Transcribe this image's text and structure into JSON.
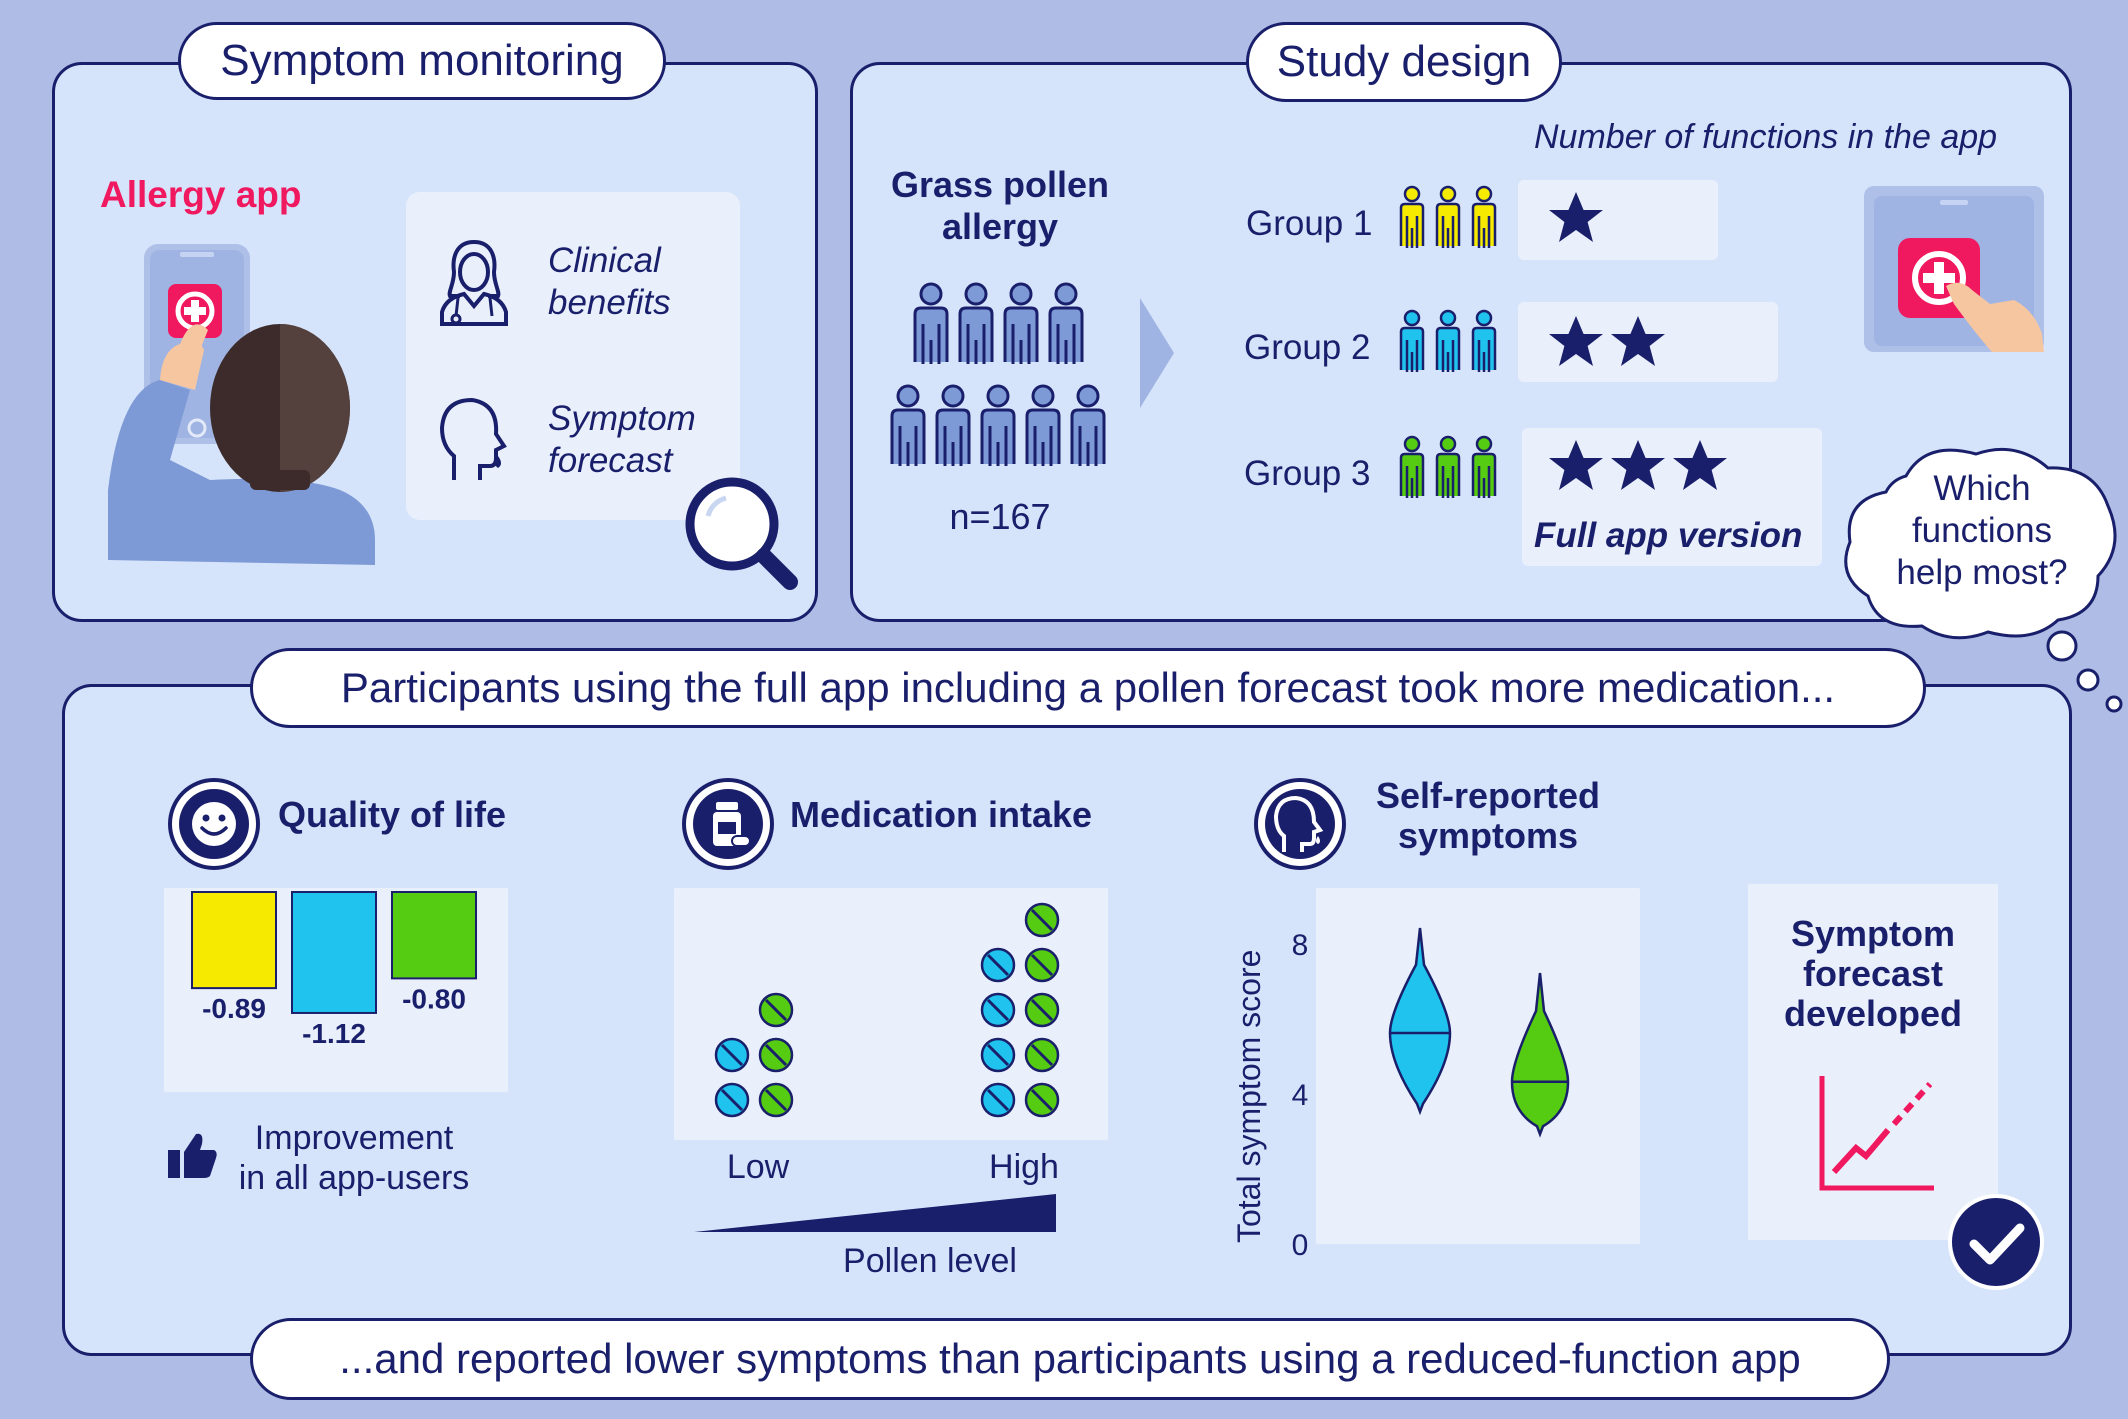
{
  "top_left": {
    "heading": "Symptom monitoring",
    "app_label": "Allergy app",
    "benefit_1": [
      "Clinical",
      "benefits"
    ],
    "benefit_2": [
      "Symptom",
      "forecast"
    ]
  },
  "top_right": {
    "heading": "Study design",
    "condition": [
      "Grass pollen",
      "allergy"
    ],
    "sample_size": "n=167",
    "functions_header": "Number of functions in the app",
    "groups": [
      {
        "label": "Group 1",
        "stars": 1,
        "color": "#f5ea00"
      },
      {
        "label": "Group 2",
        "stars": 2,
        "color": "#1fc3ee"
      },
      {
        "label": "Group 3",
        "stars": 3,
        "color": "#55cc11"
      }
    ],
    "full_version": "Full app version",
    "thought": [
      "Which",
      "functions",
      "help most?"
    ]
  },
  "bottom": {
    "headline_top": "Participants using the full app including a pollen forecast took more medication...",
    "headline_bottom": "...and reported lower symptoms than participants using a reduced-function app",
    "quality": {
      "title": "Quality of life",
      "note": [
        "Improvement",
        "in all app-users"
      ]
    },
    "medication": {
      "title": "Medication intake",
      "low": "Low",
      "high": "High",
      "axis": "Pollen level"
    },
    "symptoms": {
      "title": [
        "Self-reported",
        "symptoms"
      ],
      "ylabel": "Total symptom score",
      "ticks": [
        "8",
        "4",
        "0"
      ]
    },
    "forecast": {
      "text": [
        "Symptom",
        "forecast",
        "developed"
      ]
    }
  },
  "colors": {
    "navy": "#1a1f6b",
    "yellow": "#f5ea00",
    "cyan": "#1fc3ee",
    "green": "#55cc11",
    "pink": "#f0185f",
    "background": "#aebce6",
    "panel": "#d6e4fb"
  },
  "chart_data": [
    {
      "type": "bar",
      "title": "Quality of life",
      "categories": [
        "Group 1",
        "Group 2",
        "Group 3"
      ],
      "values": [
        -0.89,
        -1.12,
        -0.8
      ],
      "value_labels": [
        "-0.89",
        "-1.12",
        "-0.80"
      ],
      "colors": [
        "#f5ea00",
        "#1fc3ee",
        "#55cc11"
      ]
    },
    {
      "type": "bar",
      "title": "Medication intake",
      "xlabel": "Pollen level",
      "categories": [
        "Low",
        "High"
      ],
      "series": [
        {
          "values": [
            2,
            4
          ],
          "color": "#1fc3ee"
        },
        {
          "values": [
            3,
            5
          ],
          "color": "#55cc11"
        }
      ]
    },
    {
      "type": "violin",
      "title": "Self-reported symptoms",
      "ylabel": "Total symptom score",
      "yticks": [
        0,
        4,
        8
      ],
      "series": [
        {
          "color": "#1fc3ee",
          "min": 3.5,
          "max": 8.4,
          "median": 5.6
        },
        {
          "color": "#55cc11",
          "min": 2.9,
          "max": 7.2,
          "median": 4.3
        }
      ]
    }
  ]
}
